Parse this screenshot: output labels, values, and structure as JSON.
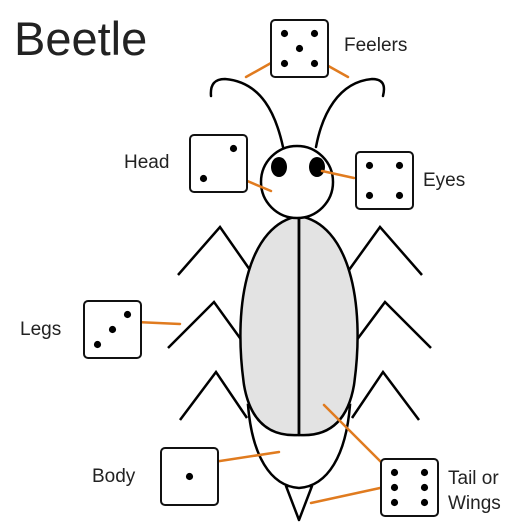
{
  "title": "Beetle",
  "colors": {
    "outline": "#000000",
    "body_fill": "#e3e3e3",
    "connector": "#e07b1f",
    "text": "#222222"
  },
  "parts": [
    {
      "label": "Feelers",
      "die": 5
    },
    {
      "label": "Head",
      "die": 2
    },
    {
      "label": "Eyes",
      "die": 4
    },
    {
      "label": "Legs",
      "die": 3
    },
    {
      "label": "Body",
      "die": 1
    },
    {
      "label": "Tail or",
      "label2": "Wings",
      "die": 6
    }
  ]
}
